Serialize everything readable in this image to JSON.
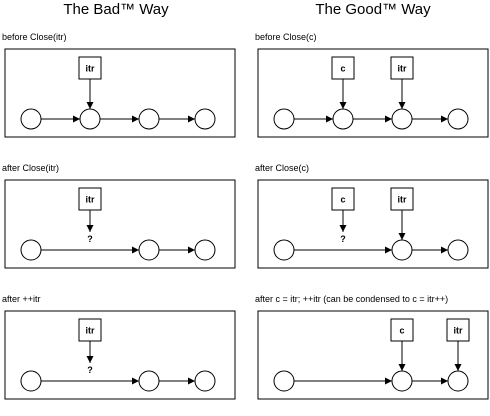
{
  "columns": [
    {
      "title": "The Bad™ Way",
      "panels": [
        {
          "label": "before Close(itr)",
          "ptrs": [
            {
              "text": "itr",
              "target": 1,
              "dangling": false
            }
          ],
          "nodes": 4,
          "edges": [
            [
              0,
              1
            ],
            [
              1,
              2
            ],
            [
              2,
              3
            ]
          ]
        },
        {
          "label": "after Close(itr)",
          "ptrs": [
            {
              "text": "itr",
              "target": 1,
              "dangling": true
            }
          ],
          "nodes": 3,
          "edges": [
            [
              0,
              2
            ],
            [
              2,
              3
            ]
          ]
        },
        {
          "label": "after ++itr",
          "ptrs": [
            {
              "text": "itr",
              "target": 1,
              "dangling": true
            }
          ],
          "nodes": 3,
          "edges": [
            [
              0,
              2
            ],
            [
              2,
              3
            ]
          ]
        }
      ]
    },
    {
      "title": "The Good™ Way",
      "panels": [
        {
          "label": "before Close(c)",
          "ptrs": [
            {
              "text": "c",
              "target": 1,
              "dangling": false
            },
            {
              "text": "itr",
              "target": 2,
              "dangling": false
            }
          ],
          "nodes": 4,
          "edges": [
            [
              0,
              1
            ],
            [
              1,
              2
            ],
            [
              2,
              3
            ]
          ]
        },
        {
          "label": "after Close(c)",
          "ptrs": [
            {
              "text": "c",
              "target": 1,
              "dangling": true
            },
            {
              "text": "itr",
              "target": 2,
              "dangling": false
            }
          ],
          "nodes": 3,
          "edges": [
            [
              0,
              2
            ],
            [
              2,
              3
            ]
          ]
        },
        {
          "label": "after c = itr; ++itr (can be condensed to c = itr++)",
          "ptrs": [
            {
              "text": "c",
              "target": 2,
              "dangling": false
            },
            {
              "text": "itr",
              "target": 3,
              "dangling": false
            }
          ],
          "nodes": 3,
          "edges": [
            [
              0,
              2
            ],
            [
              2,
              3
            ]
          ]
        }
      ]
    }
  ],
  "dangling_mark": "?"
}
